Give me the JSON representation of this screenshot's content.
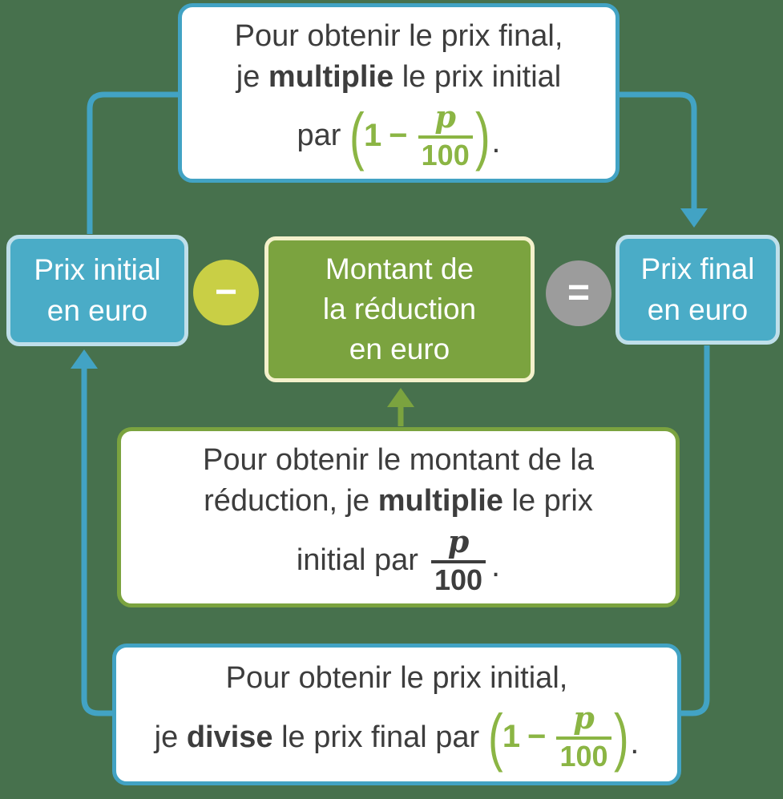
{
  "colors": {
    "background": "#47714d",
    "blue_fill": "#4aacc7",
    "blue_border_light": "#bfdfea",
    "blue_line": "#42a3c4",
    "green_fill": "#7ba33f",
    "cream_border": "#f4f1cb",
    "chartreuse": "#c9cf45",
    "gray_circle": "#9c9c9c",
    "text_dark": "#3d3d3d",
    "math_green": "#8bb544",
    "white": "#ffffff"
  },
  "nodes": {
    "initial": {
      "line1": "Prix initial",
      "line2": "en euro"
    },
    "reduction": {
      "line1": "Montant de",
      "line2": "la réduction",
      "line3": "en euro"
    },
    "final": {
      "line1": "Prix final",
      "line2": "en euro"
    }
  },
  "operators": {
    "minus": "−",
    "equals": "="
  },
  "notes": {
    "top": {
      "line1": "Pour obtenir le prix final,",
      "line2_a": "je ",
      "line2_bold": "multiplie",
      "line2_b": " le prix initial",
      "line3_prefix": "par",
      "formula": {
        "open": "(",
        "one": "1",
        "minus": "−",
        "numerator": "p",
        "denominator": "100",
        "close": ")",
        "period": "."
      }
    },
    "middle": {
      "line1": "Pour obtenir le montant de la",
      "line2_a": "réduction, je ",
      "line2_bold": "multiplie",
      "line2_b": " le prix",
      "line3_prefix": "initial par",
      "fraction": {
        "numerator": "p",
        "denominator": "100",
        "period": "."
      }
    },
    "bottom": {
      "line1": "Pour obtenir le prix initial,",
      "line2_a": "je ",
      "line2_bold": "divise",
      "line2_b": " le prix final par",
      "formula": {
        "open": "(",
        "one": "1",
        "minus": "−",
        "numerator": "p",
        "denominator": "100",
        "close": ")",
        "period": "."
      }
    }
  }
}
